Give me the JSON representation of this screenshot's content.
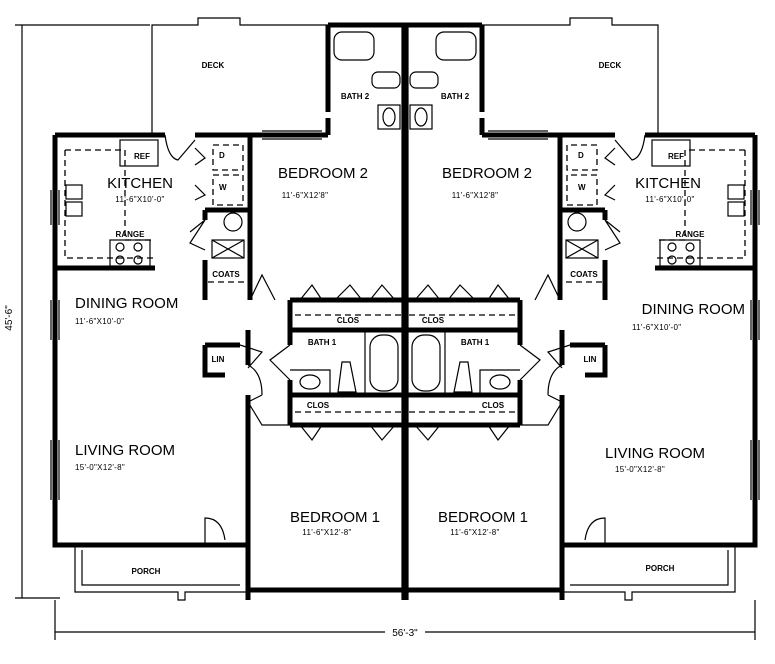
{
  "dimensions": {
    "depth": "45'-6\"",
    "width": "56'-3\""
  },
  "units": [
    {
      "deck": "DECK",
      "bath2": "BATH 2",
      "kitchen": {
        "name": "KITCHEN",
        "size": "11'-6\"X10'-0\""
      },
      "ref": "REF",
      "range": "RANGE",
      "dryer": "D",
      "washer": "W",
      "coats": "COATS",
      "bedroom2": {
        "name": "BEDROOM  2",
        "size": "11'-6\"X12'8\""
      },
      "dining": {
        "name": "DINING  ROOM",
        "size": "11'-6\"X10'-0\""
      },
      "lin": "LIN",
      "clos_upper": "CLOS",
      "bath1": "BATH  1",
      "clos_lower": "CLOS",
      "living": {
        "name": "LIVING  ROOM",
        "size": "15'-0\"X12'-8\""
      },
      "bedroom1": {
        "name": "BEDROOM  1",
        "size": "11'-6\"X12'-8\""
      },
      "porch": "PORCH"
    },
    {
      "deck": "DECK",
      "bath2": "BATH 2",
      "kitchen": {
        "name": "KITCHEN",
        "size": "11'-6\"X10'-0\""
      },
      "ref": "REF",
      "range": "RANGE",
      "dryer": "D",
      "washer": "W",
      "coats": "COATS",
      "bedroom2": {
        "name": "BEDROOM  2",
        "size": "11'-6\"X12'8\""
      },
      "dining": {
        "name": "DINING  ROOM",
        "size": "11'-6\"X10'-0\""
      },
      "lin": "LIN",
      "clos_upper": "CLOS",
      "bath1": "BATH  1",
      "clos_lower": "CLOS",
      "living": {
        "name": "LIVING  ROOM",
        "size": "15'-0\"X12'-8\""
      },
      "bedroom1": {
        "name": "BEDROOM  1",
        "size": "11'-6\"X12'-8\""
      },
      "porch": "PORCH"
    }
  ]
}
